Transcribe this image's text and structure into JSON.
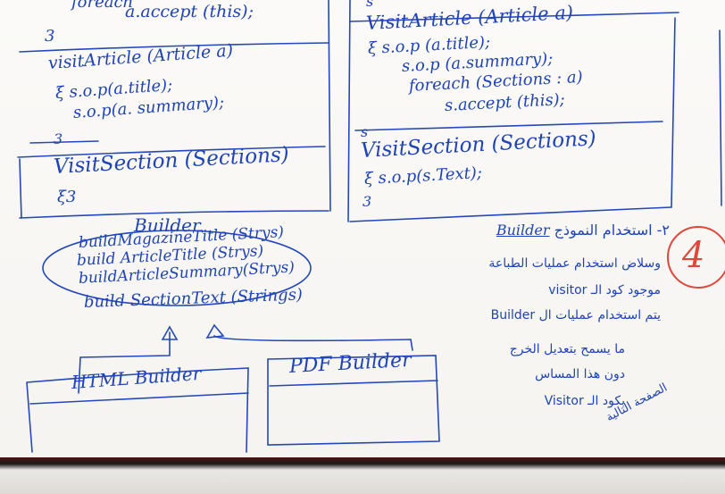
{
  "left_box": {
    "line1": "foreach",
    "line2": "a.accept (this);",
    "brace_close": "3",
    "visit_article": "visitArticle (Article a)",
    "sop_title": "ξ s.o.p(a.title);",
    "sop_summary": "s.o.p(a. summary);",
    "brace_close2": "3",
    "visit_section": "VisitSection (Sections)",
    "empty_braces": "ξ3"
  },
  "right_box": {
    "top_s": "s",
    "visit_article": "VisitArticle (Article a)",
    "sop_title": "ξ s.o.p (a.title);",
    "sop_summary": "s.o.p (a.summary);",
    "foreach": "foreach (Sections : a)",
    "accept": "s.accept (this);",
    "brace_close": "s",
    "visit_section": "VisitSection (Sections)",
    "sop_text": "ξ s.o.p(s.Text);",
    "brace_close2": "3"
  },
  "builder": {
    "title": "Builder",
    "methods": [
      "buildMagazineTitle (Strys)",
      "build ArticleTitle (Strys)",
      "buildArticleSummary(Strys)",
      "build SectionText (Strings)"
    ]
  },
  "subclasses": {
    "html": "HTML Builder",
    "pdf": "PDF Builder"
  },
  "arabic_notes": {
    "heading": "٢- استخدام النموذج",
    "heading_word": "Builder",
    "lines": [
      "وسلاض استخدام عمليات الطباعة",
      "موجود كود الـ visitor",
      "يتم استخدام عمليات ال Builder",
      "ما يسمح بتعديل الخرج",
      "دون هذا المساس",
      "بكود الـ Visitor"
    ],
    "circled_number": "4",
    "corner_note": "الصفحة التالية"
  },
  "colors": {
    "ink": "#1f43b8",
    "circle": "#e0473a",
    "paper": "#f7f5f2"
  }
}
